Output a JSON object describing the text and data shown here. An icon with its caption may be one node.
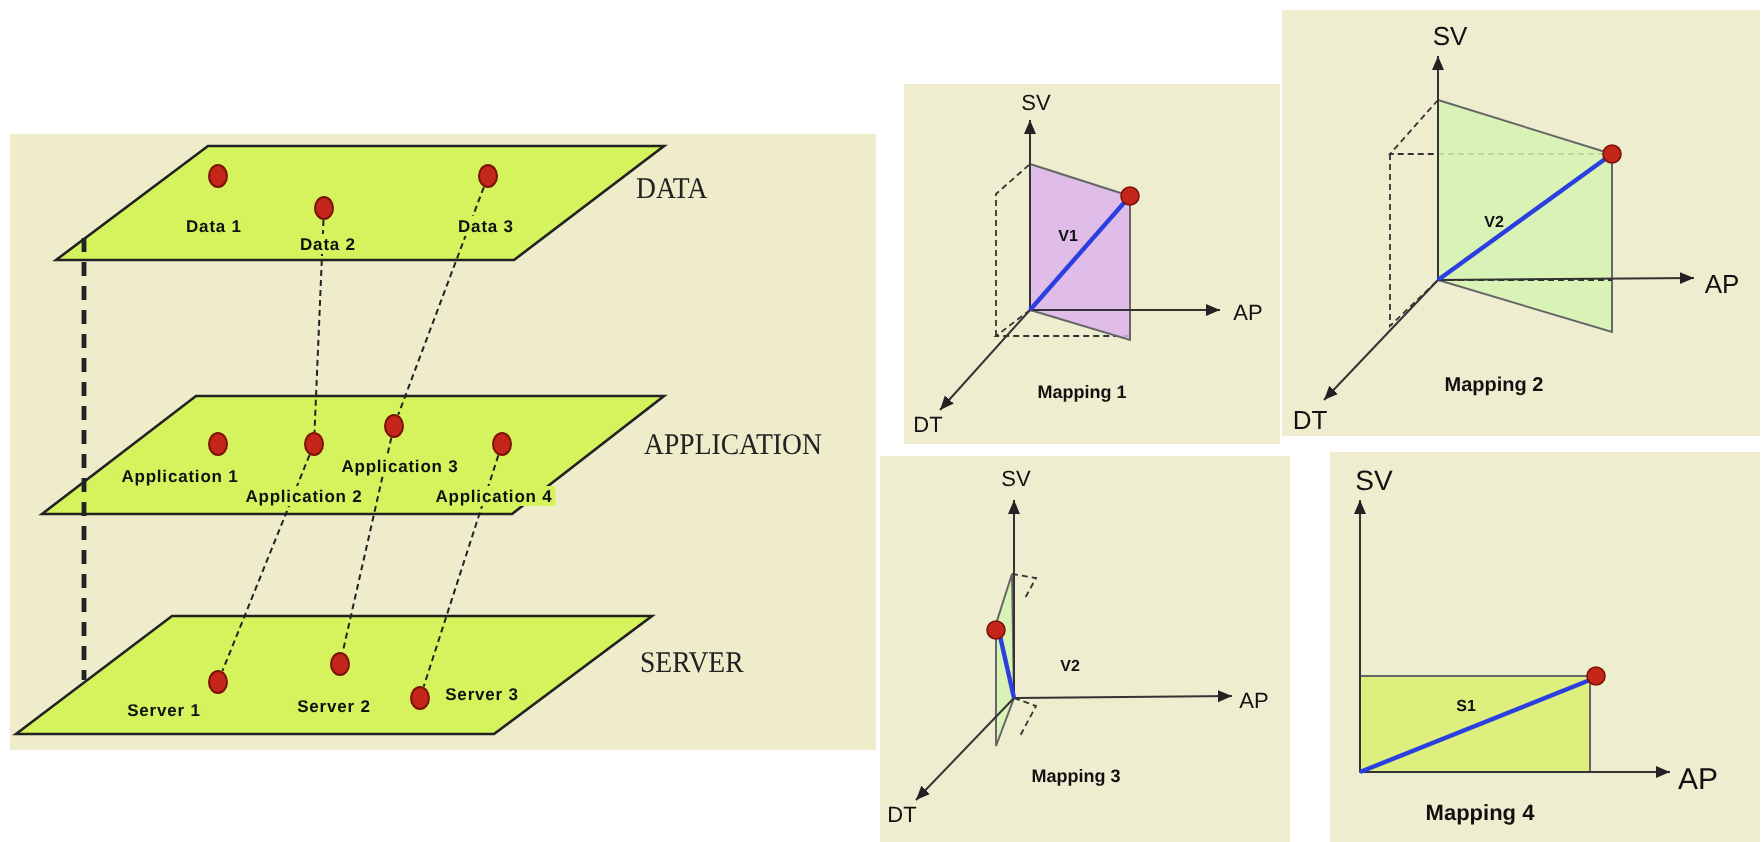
{
  "diagram": {
    "nodes": [
      {
        "text": [
          "DATA"
        ]
      },
      {
        "text": [
          "Data 1"
        ],
        "in": 0
      },
      {
        "text": [
          "Data 2"
        ],
        "in": 0
      },
      {
        "text": [
          "Data 3"
        ],
        "in": 0
      },
      {
        "text": [
          "APPLICATION"
        ]
      },
      {
        "text": [
          "Application 1"
        ],
        "in": 4
      },
      {
        "text": [
          "Application 2"
        ],
        "in": 4
      },
      {
        "text": [
          "Application 3"
        ],
        "in": 4
      },
      {
        "text": [
          "Application 4"
        ],
        "in": 4
      },
      {
        "text": [
          "SERVER"
        ]
      },
      {
        "text": [
          "Server 1"
        ],
        "in": 9
      },
      {
        "text": [
          "Server 2"
        ],
        "in": 9
      },
      {
        "text": [
          "Server 3"
        ],
        "in": 9
      },
      {
        "text": [
          "SV",
          "V1",
          "AP",
          "DT",
          "Mapping 1"
        ]
      },
      {
        "text": [
          "SV",
          "V2",
          "AP",
          "DT",
          "Mapping 2"
        ]
      },
      {
        "text": [
          "SV",
          "V2",
          "AP",
          "DT",
          "Mapping 3"
        ]
      },
      {
        "text": [
          "SV",
          "S1",
          "AP",
          "Mapping 4"
        ]
      }
    ],
    "edges": [
      {
        "from": 0,
        "to": 9,
        "arrow": "none",
        "style": "dashed"
      },
      {
        "from": 2,
        "to": 6,
        "arrow": "none",
        "style": "dashed"
      },
      {
        "from": 3,
        "to": 7,
        "arrow": "none",
        "style": "dashed"
      },
      {
        "from": 6,
        "to": 10,
        "arrow": "none",
        "style": "dashed"
      },
      {
        "from": 7,
        "to": 11,
        "arrow": "none",
        "style": "dashed"
      },
      {
        "from": 8,
        "to": 12,
        "arrow": "none",
        "style": "dashed"
      }
    ]
  }
}
